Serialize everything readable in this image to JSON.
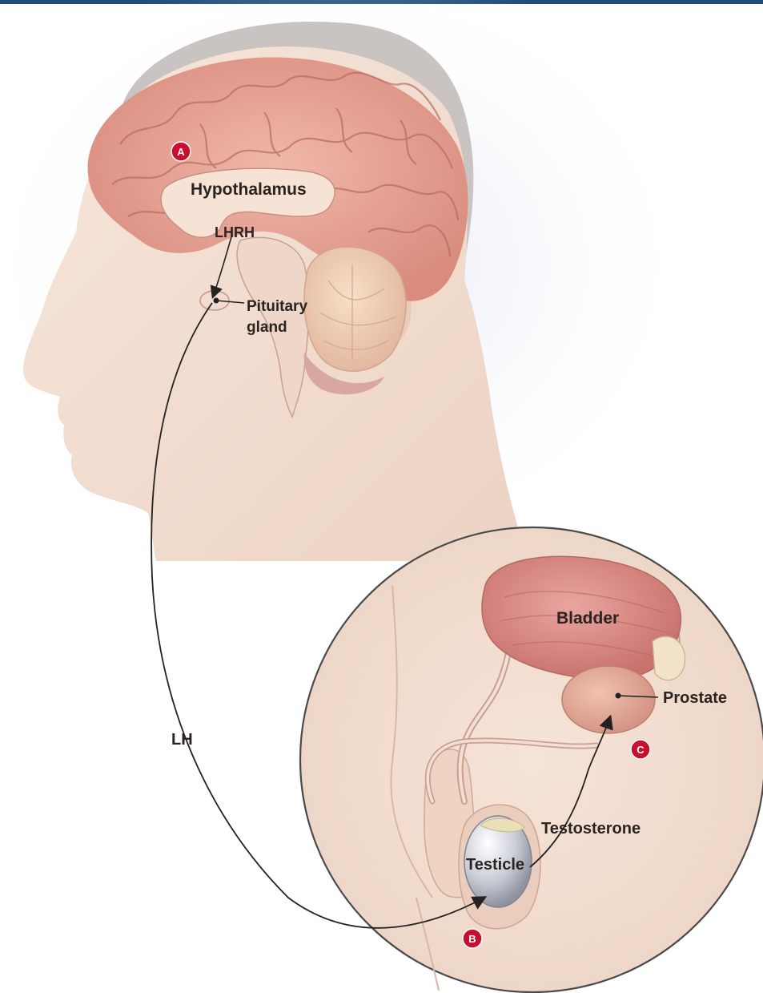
{
  "labels": {
    "hypothalamus": "Hypothalamus",
    "lhrh": "LHRH",
    "pituitary_line1": "Pituitary",
    "pituitary_line2": "gland",
    "lh": "LH",
    "bladder": "Bladder",
    "prostate": "Prostate",
    "testosterone": "Testosterone",
    "testicle": "Testicle"
  },
  "badges": {
    "a": "A",
    "b": "B",
    "c": "C"
  },
  "colors": {
    "badge": "#c8102e",
    "skin": "#f2ddd0",
    "brain": "#e6a496",
    "bladder": "#d98a86",
    "testicle": "#c9cdd6",
    "header_bar": "#1f4e79"
  }
}
